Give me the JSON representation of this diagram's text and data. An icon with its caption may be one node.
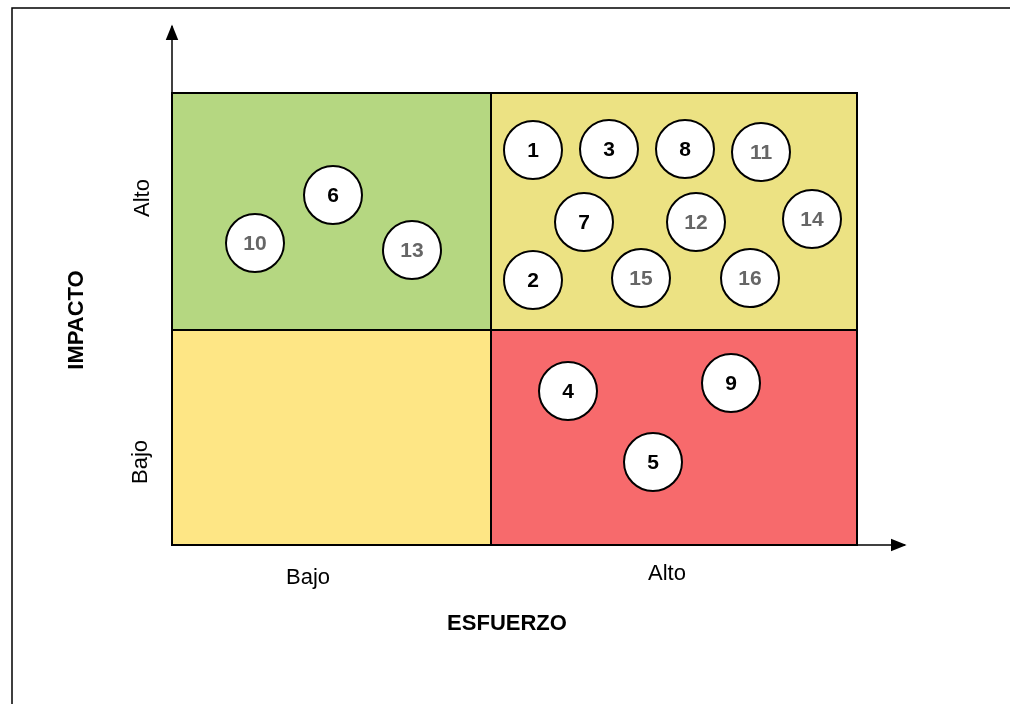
{
  "diagram": {
    "nodes": [
      {
        "text": [],
        "shape": "box"
      },
      {
        "text": [],
        "shape": "box"
      },
      {
        "text": [],
        "shape": "box"
      },
      {
        "text": [],
        "shape": "box"
      },
      {
        "text": [
          "6"
        ],
        "in": 0
      },
      {
        "text": [
          "10"
        ],
        "in": 0
      },
      {
        "text": [
          "13"
        ],
        "in": 0
      },
      {
        "text": [
          "1"
        ],
        "in": 1
      },
      {
        "text": [
          "3"
        ],
        "in": 1
      },
      {
        "text": [
          "8"
        ],
        "in": 1
      },
      {
        "text": [
          "11"
        ],
        "in": 1
      },
      {
        "text": [
          "7"
        ],
        "in": 1
      },
      {
        "text": [
          "12"
        ],
        "in": 1
      },
      {
        "text": [
          "14"
        ],
        "in": 1
      },
      {
        "text": [
          "2"
        ],
        "in": 1
      },
      {
        "text": [
          "15"
        ],
        "in": 1
      },
      {
        "text": [
          "16"
        ],
        "in": 1
      },
      {
        "text": [
          "9"
        ],
        "in": 3
      },
      {
        "text": [
          "4"
        ],
        "in": 3
      },
      {
        "text": [
          "5"
        ],
        "in": 3
      }
    ],
    "labels": [
      "Alto",
      "IMPACTO",
      "Bajo",
      "Bajo",
      "Alto",
      "ESFUERZO"
    ]
  }
}
